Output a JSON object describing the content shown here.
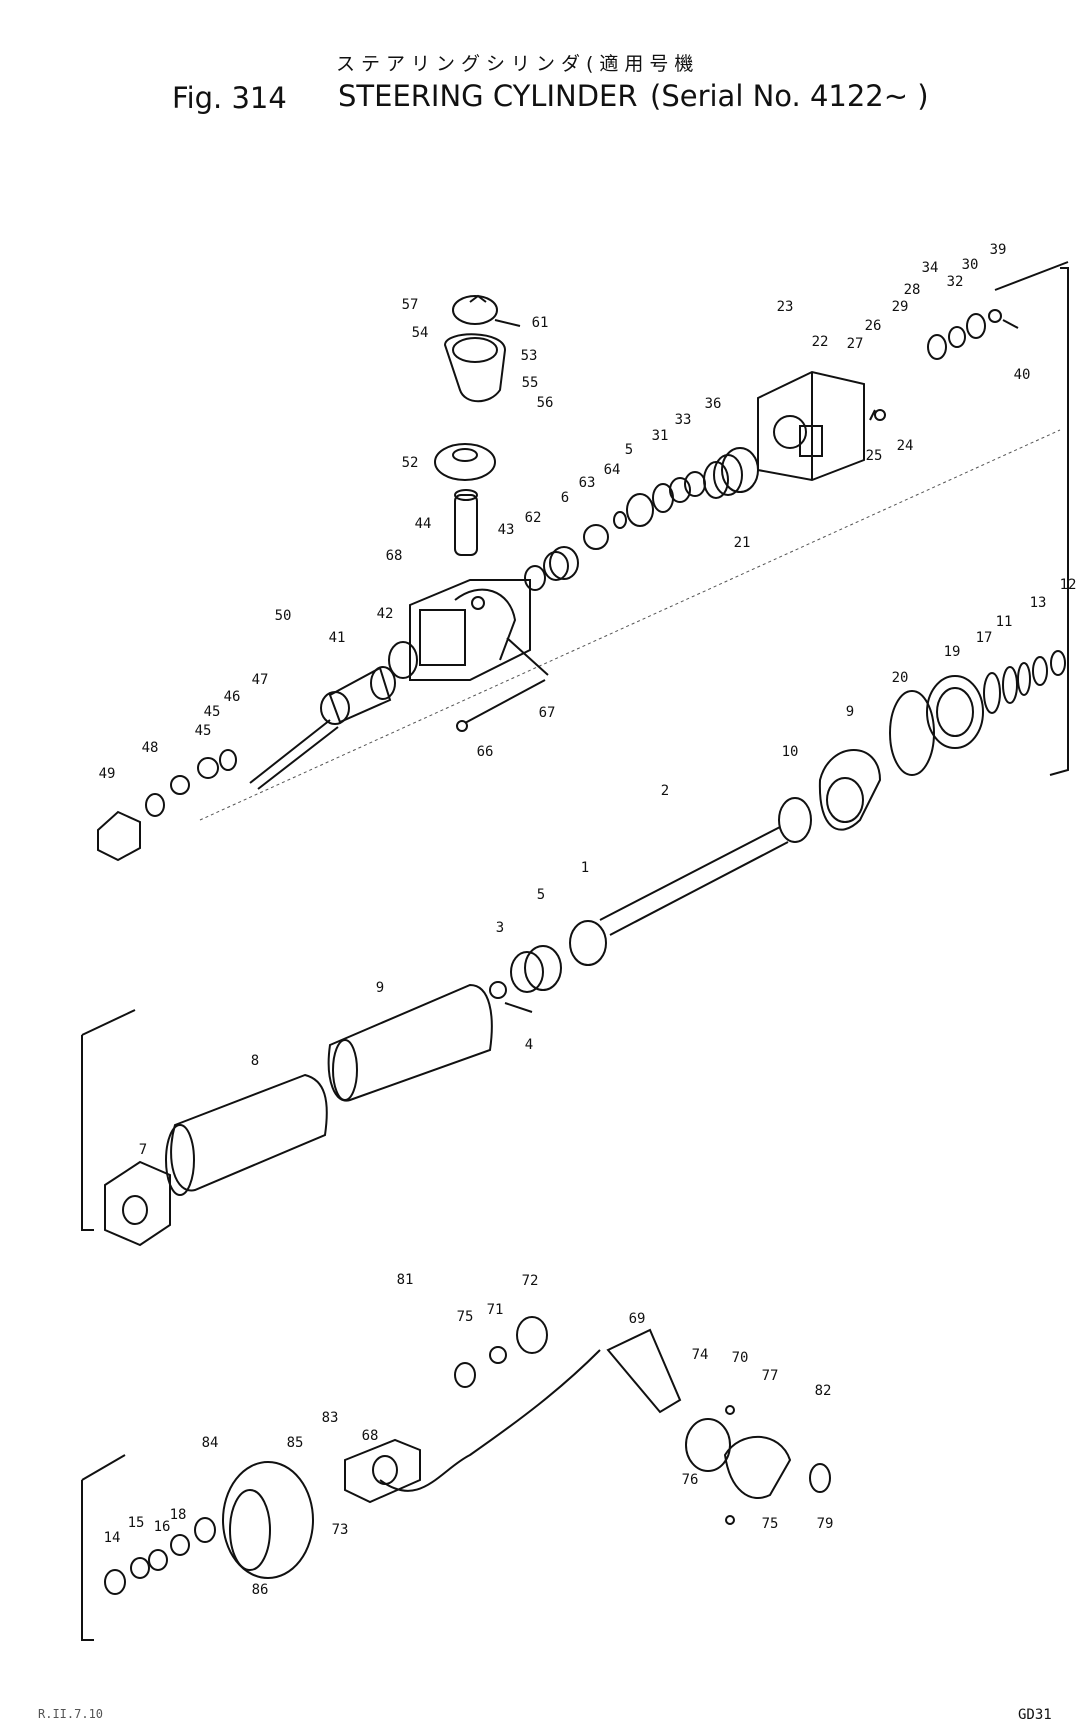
{
  "header": {
    "japanese_title": "ステアリングシリンダ(適用号機",
    "figure": "Fig. 314",
    "title": "STEERING CYLINDER",
    "serial": "(Serial No. 4122∼ )"
  },
  "footer": {
    "code_bottom_right": "GD31",
    "code_bottom_left": "R.II.7.10"
  },
  "part_numbers": [
    "57",
    "61",
    "54",
    "53",
    "55",
    "56",
    "52",
    "44",
    "23",
    "22",
    "27",
    "26",
    "29",
    "28",
    "34",
    "32",
    "30",
    "39",
    "40",
    "24",
    "25",
    "21",
    "31",
    "33",
    "36",
    "5",
    "64",
    "63",
    "62",
    "6",
    "43",
    "68",
    "42",
    "41",
    "50",
    "47",
    "46",
    "45",
    "45",
    "48",
    "49",
    "66",
    "67",
    "12",
    "13",
    "11",
    "17",
    "19",
    "20",
    "9",
    "10",
    "2",
    "1",
    "5",
    "3",
    "4",
    "8",
    "9",
    "7",
    "81",
    "75",
    "71",
    "72",
    "69",
    "74",
    "70",
    "77",
    "82",
    "83",
    "68",
    "85",
    "84",
    "86",
    "73",
    "76",
    "75",
    "79",
    "18",
    "16",
    "15",
    "14"
  ]
}
